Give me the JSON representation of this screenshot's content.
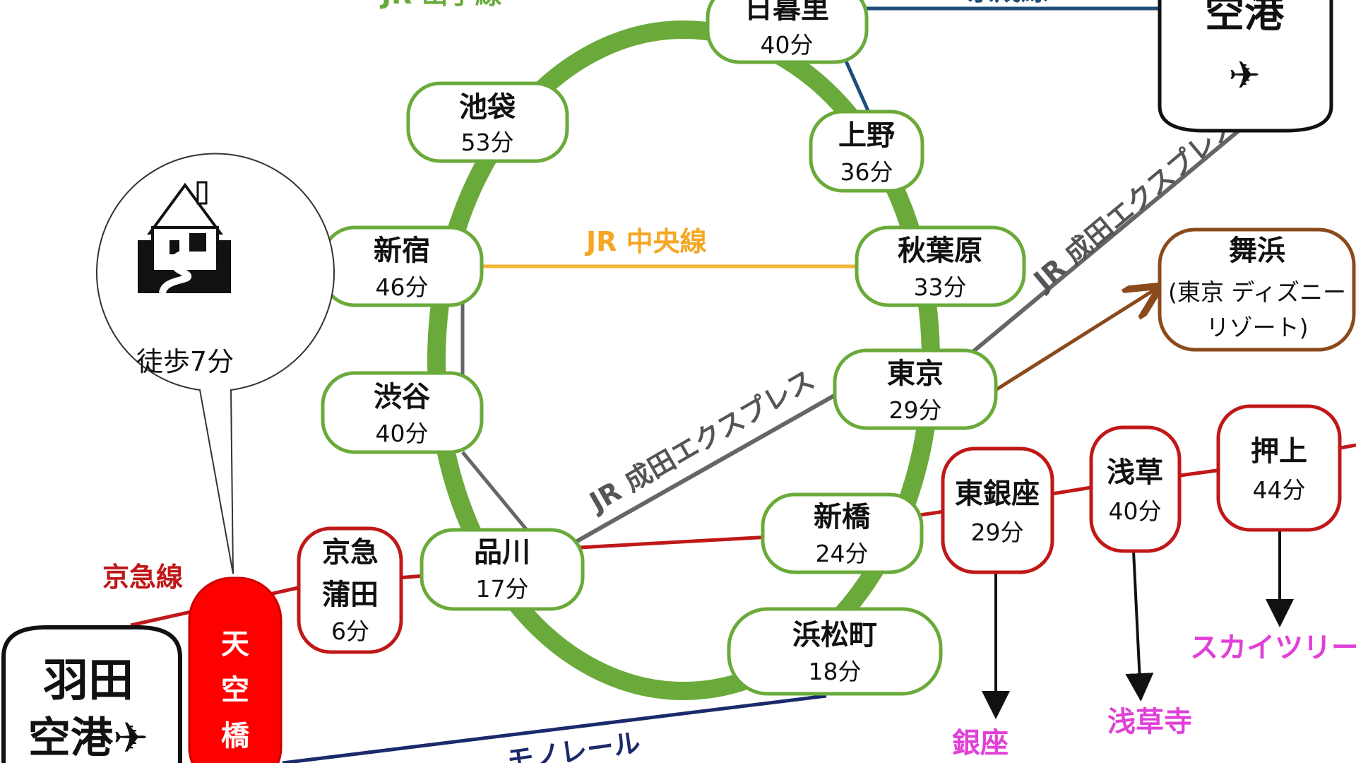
{
  "lines": {
    "yamanote": "JR 山手線",
    "chuo": "JR 中央線",
    "narita_express_lower": "JR 成田エクスプレス",
    "narita_express_upper": "JR 成田エクスプレス",
    "keikyu": "京急線",
    "monorail": "モノレール",
    "keisei": "京成線"
  },
  "stations": {
    "nippori": {
      "name": "日暮里",
      "time": "40分"
    },
    "ikebukuro": {
      "name": "池袋",
      "time": "53分"
    },
    "ueno": {
      "name": "上野",
      "time": "36分"
    },
    "shinjuku": {
      "name": "新宿",
      "time": "46分"
    },
    "akihabara": {
      "name": "秋葉原",
      "time": "33分"
    },
    "shibuya": {
      "name": "渋谷",
      "time": "40分"
    },
    "tokyo": {
      "name": "東京",
      "time": "29分"
    },
    "shinagawa": {
      "name": "品川",
      "time": "17分"
    },
    "shimbashi": {
      "name": "新橋",
      "time": "24分"
    },
    "hamamatsucho": {
      "name": "浜松町",
      "time": "18分"
    },
    "keikyu_kamata": {
      "name1": "京急",
      "name2": "蒲田",
      "time": "6分"
    },
    "higashi_ginza": {
      "name": "東銀座",
      "time": "29分"
    },
    "asakusa": {
      "name": "浅草",
      "time": "40分"
    },
    "oshiage": {
      "name": "押上",
      "time": "44分"
    }
  },
  "maihama": {
    "name": "舞浜",
    "sub1": "(東京 ディズニー",
    "sub2": "リゾート)"
  },
  "tenkubashi": {
    "c1": "天",
    "c2": "空",
    "c3": "橋"
  },
  "haneda": {
    "line1": "羽田",
    "line2": "空港✈"
  },
  "narita": {
    "line1": "空港",
    "plane": "✈"
  },
  "home": {
    "walk": "徒歩7分"
  },
  "destinations": {
    "ginza": "銀座",
    "sensoji": "浅草寺",
    "skytree": "スカイツリー"
  },
  "colors": {
    "yamanote": "#6aaa3a",
    "chuo": "#f5b335",
    "narita_express": "#666666",
    "keikyu": "#c01818",
    "monorail": "#1a2a6b",
    "keisei": "#1f4e79",
    "maihama": "#8b4a1c",
    "tenkubashi": "#ff0000",
    "destination": "#e040d8"
  }
}
